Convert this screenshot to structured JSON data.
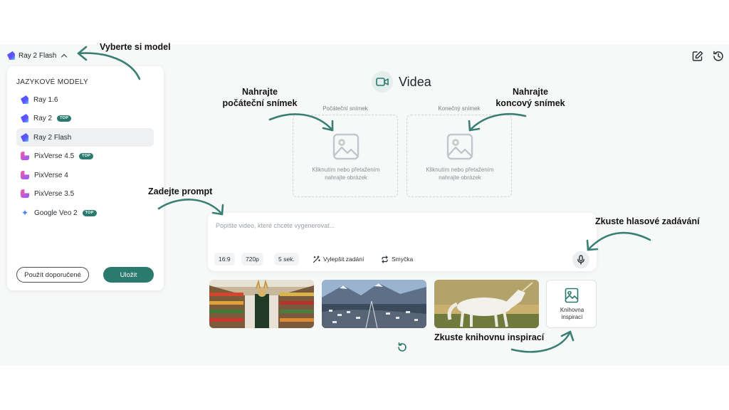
{
  "model_selector": {
    "label": "Ray 2 Flash"
  },
  "panel": {
    "title": "JAZYKOVÉ MODELY",
    "items": [
      {
        "label": "Ray 1.6",
        "icon": "ray-logo-icon",
        "badge": ""
      },
      {
        "label": "Ray 2",
        "icon": "ray-logo-icon",
        "badge": "TOP"
      },
      {
        "label": "Ray 2 Flash",
        "icon": "ray-logo-icon",
        "badge": "",
        "selected": true
      },
      {
        "label": "PixVerse 4.5",
        "icon": "pixverse-logo-icon",
        "badge": "TOP"
      },
      {
        "label": "PixVerse 4",
        "icon": "pixverse-logo-icon",
        "badge": ""
      },
      {
        "label": "PixVerse 3.5",
        "icon": "pixverse-logo-icon",
        "badge": ""
      },
      {
        "label": "Google Veo 2",
        "icon": "veo-logo-icon",
        "badge": "TOP"
      }
    ],
    "btn_recommended": "Použít doporučené",
    "btn_save": "Uložit"
  },
  "header": {
    "title": "Videa"
  },
  "frames": {
    "start": {
      "label": "Počáteční snímek",
      "hint_line1": "Kliknutím nebo přetažením",
      "hint_line2": "nahrajte obrázek"
    },
    "end": {
      "label": "Konečný snímek",
      "hint_line1": "Kliknutím nebo přetažením",
      "hint_line2": "nahrajte obrázek"
    }
  },
  "prompt": {
    "placeholder": "Popište video, které chcete vygenerovat...",
    "chips": {
      "ratio": "16:9",
      "resolution": "720p",
      "duration": "5 sek.",
      "enhance": "Vylepšit zadání",
      "loop": "Smyčka"
    }
  },
  "inspiration": {
    "library_line1": "Knihovna",
    "library_line2": "inspirací"
  },
  "annotations": {
    "choose_model": "Vyberte si model",
    "upload_start_1": "Nahrajte",
    "upload_start_2": "počáteční snímek",
    "upload_end_1": "Nahrajte",
    "upload_end_2": "koncový snímek",
    "enter_prompt": "Zadejte prompt",
    "try_voice": "Zkuste hlasové zadávání",
    "try_library": "Zkuste knihovnu inspirací"
  },
  "colors": {
    "accent": "#2a7a6e",
    "arrow": "#3a7f74",
    "badge": "#2a7a6e"
  }
}
